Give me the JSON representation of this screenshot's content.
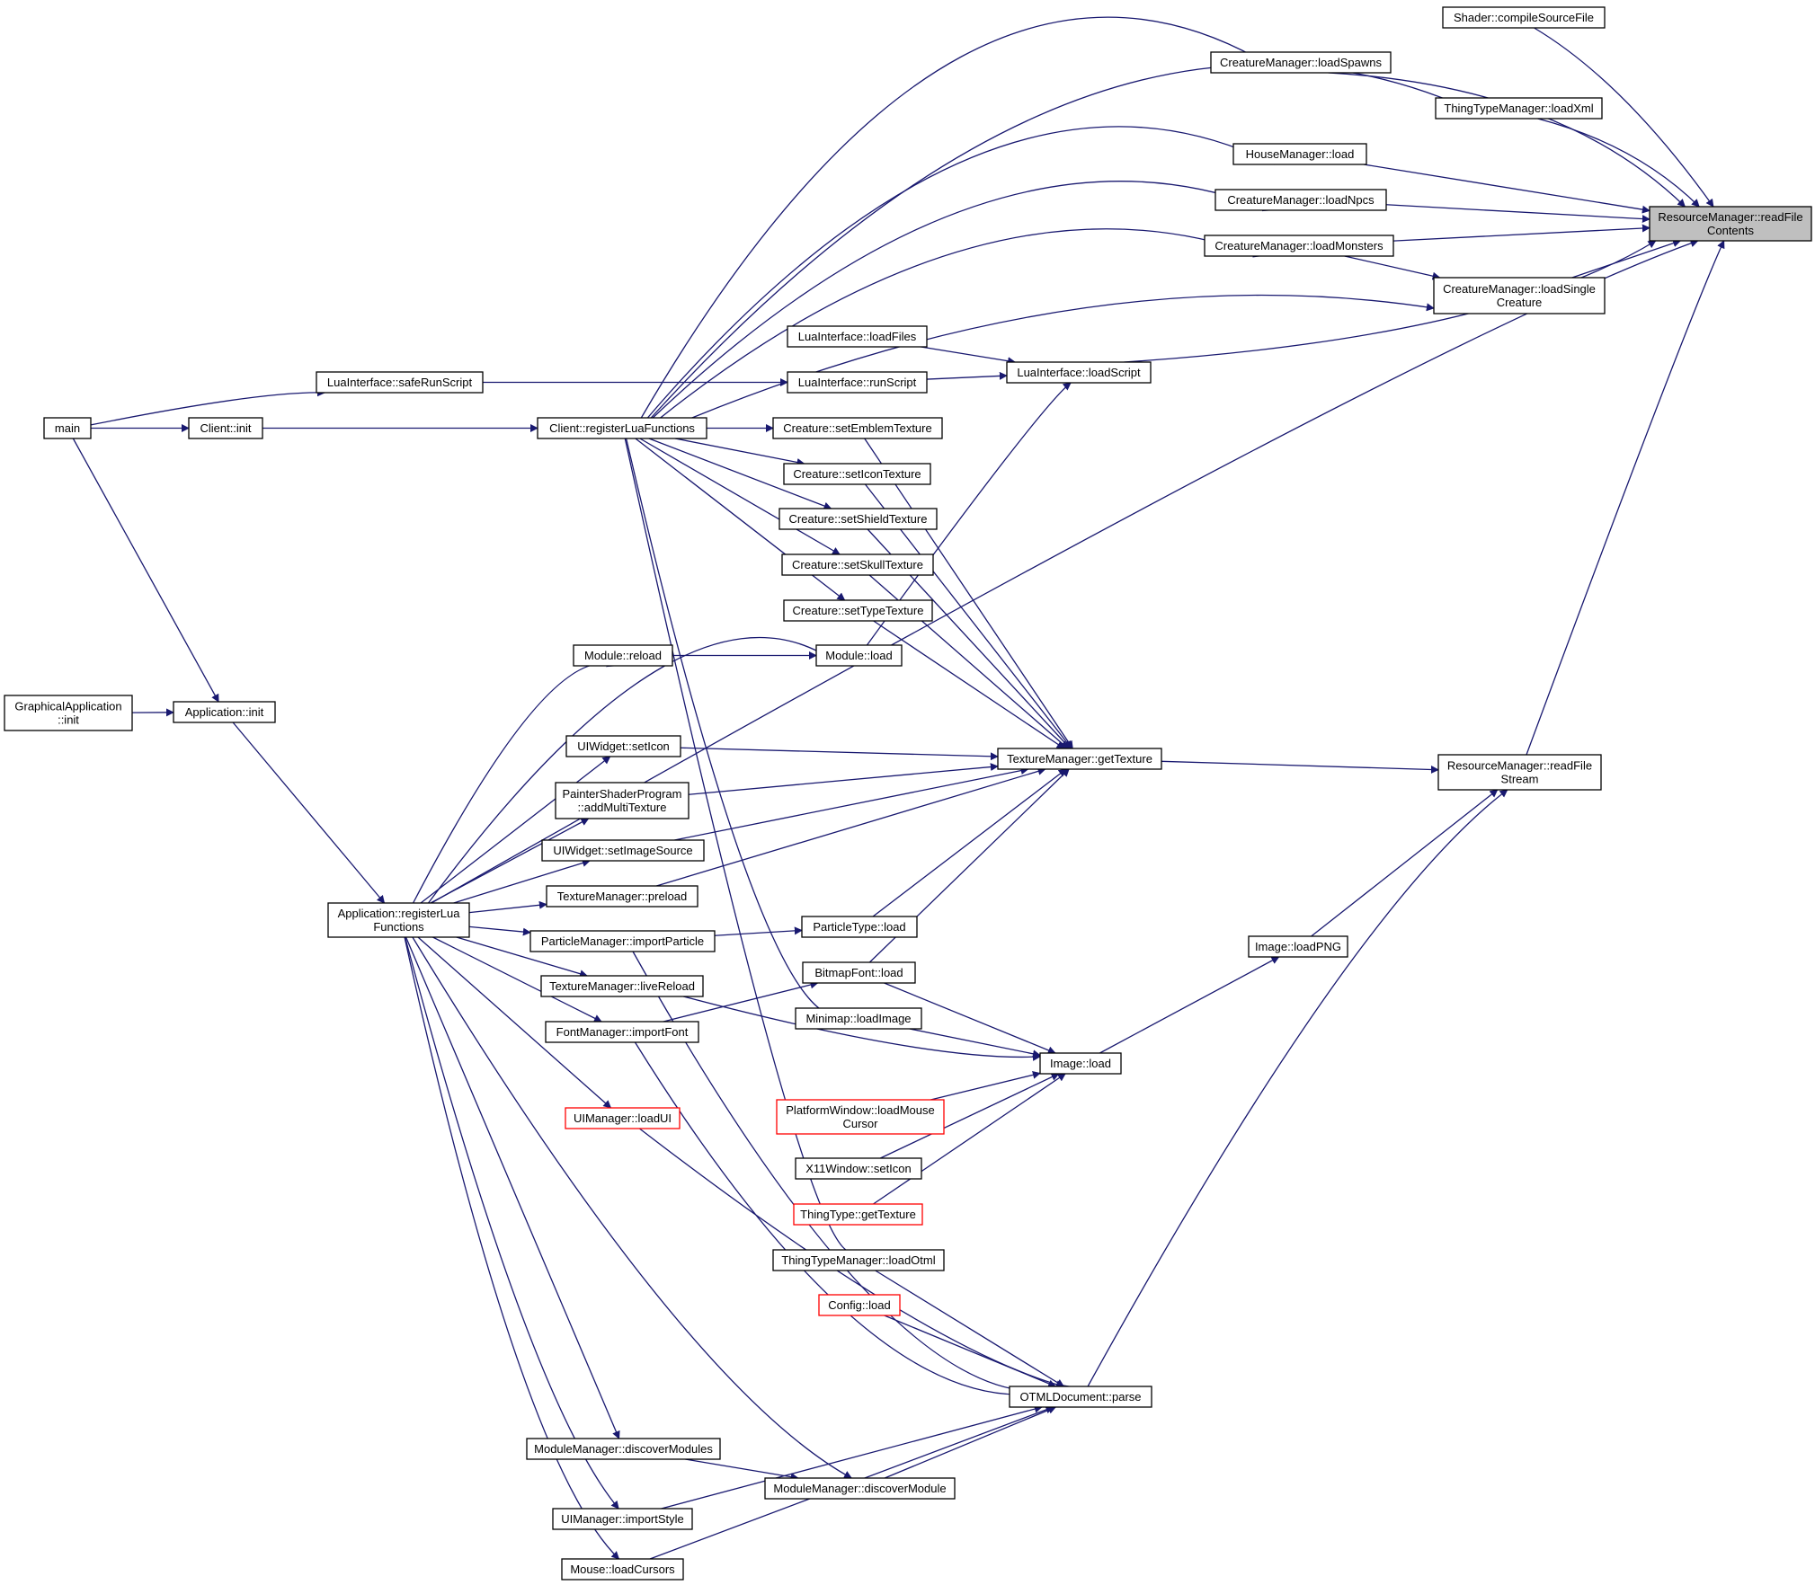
{
  "colors": {
    "edge": "#191970",
    "node_border": "#000000",
    "truncated_border": "#ff0000",
    "root_fill": "#bfbfbf",
    "background": "#ffffff"
  },
  "nodes": [
    {
      "id": "rm_readFileContents",
      "lines": [
        "ResourceManager::readFile",
        "Contents"
      ],
      "style": "root"
    },
    {
      "id": "shader_compileSourceFile",
      "lines": [
        "Shader::compileSourceFile"
      ]
    },
    {
      "id": "cm_loadSpawns",
      "lines": [
        "CreatureManager::loadSpawns"
      ]
    },
    {
      "id": "ttm_loadXml",
      "lines": [
        "ThingTypeManager::loadXml"
      ]
    },
    {
      "id": "hm_load",
      "lines": [
        "HouseManager::load"
      ]
    },
    {
      "id": "cm_loadNpcs",
      "lines": [
        "CreatureManager::loadNpcs"
      ]
    },
    {
      "id": "cm_loadMonsters",
      "lines": [
        "CreatureManager::loadMonsters"
      ]
    },
    {
      "id": "cm_loadSingleCreature",
      "lines": [
        "CreatureManager::loadSingle",
        "Creature"
      ]
    },
    {
      "id": "li_loadFiles",
      "lines": [
        "LuaInterface::loadFiles"
      ]
    },
    {
      "id": "li_loadScript",
      "lines": [
        "LuaInterface::loadScript"
      ]
    },
    {
      "id": "li_runScript",
      "lines": [
        "LuaInterface::runScript"
      ]
    },
    {
      "id": "li_safeRunScript",
      "lines": [
        "LuaInterface::safeRunScript"
      ]
    },
    {
      "id": "main",
      "lines": [
        "main"
      ]
    },
    {
      "id": "client_init",
      "lines": [
        "Client::init"
      ]
    },
    {
      "id": "client_registerLuaFunctions",
      "lines": [
        "Client::registerLuaFunctions"
      ]
    },
    {
      "id": "cr_setEmblemTexture",
      "lines": [
        "Creature::setEmblemTexture"
      ]
    },
    {
      "id": "cr_setIconTexture",
      "lines": [
        "Creature::setIconTexture"
      ]
    },
    {
      "id": "cr_setShieldTexture",
      "lines": [
        "Creature::setShieldTexture"
      ]
    },
    {
      "id": "cr_setSkullTexture",
      "lines": [
        "Creature::setSkullTexture"
      ]
    },
    {
      "id": "cr_setTypeTexture",
      "lines": [
        "Creature::setTypeTexture"
      ]
    },
    {
      "id": "module_reload",
      "lines": [
        "Module::reload"
      ]
    },
    {
      "id": "module_load",
      "lines": [
        "Module::load"
      ]
    },
    {
      "id": "ga_init",
      "lines": [
        "GraphicalApplication",
        "::init"
      ]
    },
    {
      "id": "app_init",
      "lines": [
        "Application::init"
      ]
    },
    {
      "id": "uiw_setIcon",
      "lines": [
        "UIWidget::setIcon"
      ]
    },
    {
      "id": "tm_getTexture",
      "lines": [
        "TextureManager::getTexture"
      ]
    },
    {
      "id": "rm_readFileStream",
      "lines": [
        "ResourceManager::readFile",
        "Stream"
      ]
    },
    {
      "id": "psp_addMultiTexture",
      "lines": [
        "PainterShaderProgram",
        "::addMultiTexture"
      ]
    },
    {
      "id": "uiw_setImageSource",
      "lines": [
        "UIWidget::setImageSource"
      ]
    },
    {
      "id": "tm_preload",
      "lines": [
        "TextureManager::preload"
      ]
    },
    {
      "id": "app_registerLuaFunctions",
      "lines": [
        "Application::registerLua",
        "Functions"
      ]
    },
    {
      "id": "pm_importParticle",
      "lines": [
        "ParticleManager::importParticle"
      ]
    },
    {
      "id": "pt_load",
      "lines": [
        "ParticleType::load"
      ]
    },
    {
      "id": "image_loadPNG",
      "lines": [
        "Image::loadPNG"
      ]
    },
    {
      "id": "bf_load",
      "lines": [
        "BitmapFont::load"
      ]
    },
    {
      "id": "tm_liveReload",
      "lines": [
        "TextureManager::liveReload"
      ]
    },
    {
      "id": "minimap_loadImage",
      "lines": [
        "Minimap::loadImage"
      ]
    },
    {
      "id": "fm_importFont",
      "lines": [
        "FontManager::importFont"
      ]
    },
    {
      "id": "image_load",
      "lines": [
        "Image::load"
      ]
    },
    {
      "id": "uim_loadUI",
      "lines": [
        "UIManager::loadUI"
      ],
      "style": "red"
    },
    {
      "id": "pw_loadMouseCursor",
      "lines": [
        "PlatformWindow::loadMouse",
        "Cursor"
      ],
      "style": "red"
    },
    {
      "id": "x11_setIcon",
      "lines": [
        "X11Window::setIcon"
      ]
    },
    {
      "id": "tt_getTexture",
      "lines": [
        "ThingType::getTexture"
      ],
      "style": "red"
    },
    {
      "id": "ttm_loadOtml",
      "lines": [
        "ThingTypeManager::loadOtml"
      ]
    },
    {
      "id": "config_load",
      "lines": [
        "Config::load"
      ],
      "style": "red"
    },
    {
      "id": "otml_parse",
      "lines": [
        "OTMLDocument::parse"
      ]
    },
    {
      "id": "mm_discoverModules",
      "lines": [
        "ModuleManager::discoverModules"
      ]
    },
    {
      "id": "mm_discoverModule",
      "lines": [
        "ModuleManager::discoverModule"
      ]
    },
    {
      "id": "uim_importStyle",
      "lines": [
        "UIManager::importStyle"
      ]
    },
    {
      "id": "mouse_loadCursors",
      "lines": [
        "Mouse::loadCursors"
      ]
    }
  ]
}
